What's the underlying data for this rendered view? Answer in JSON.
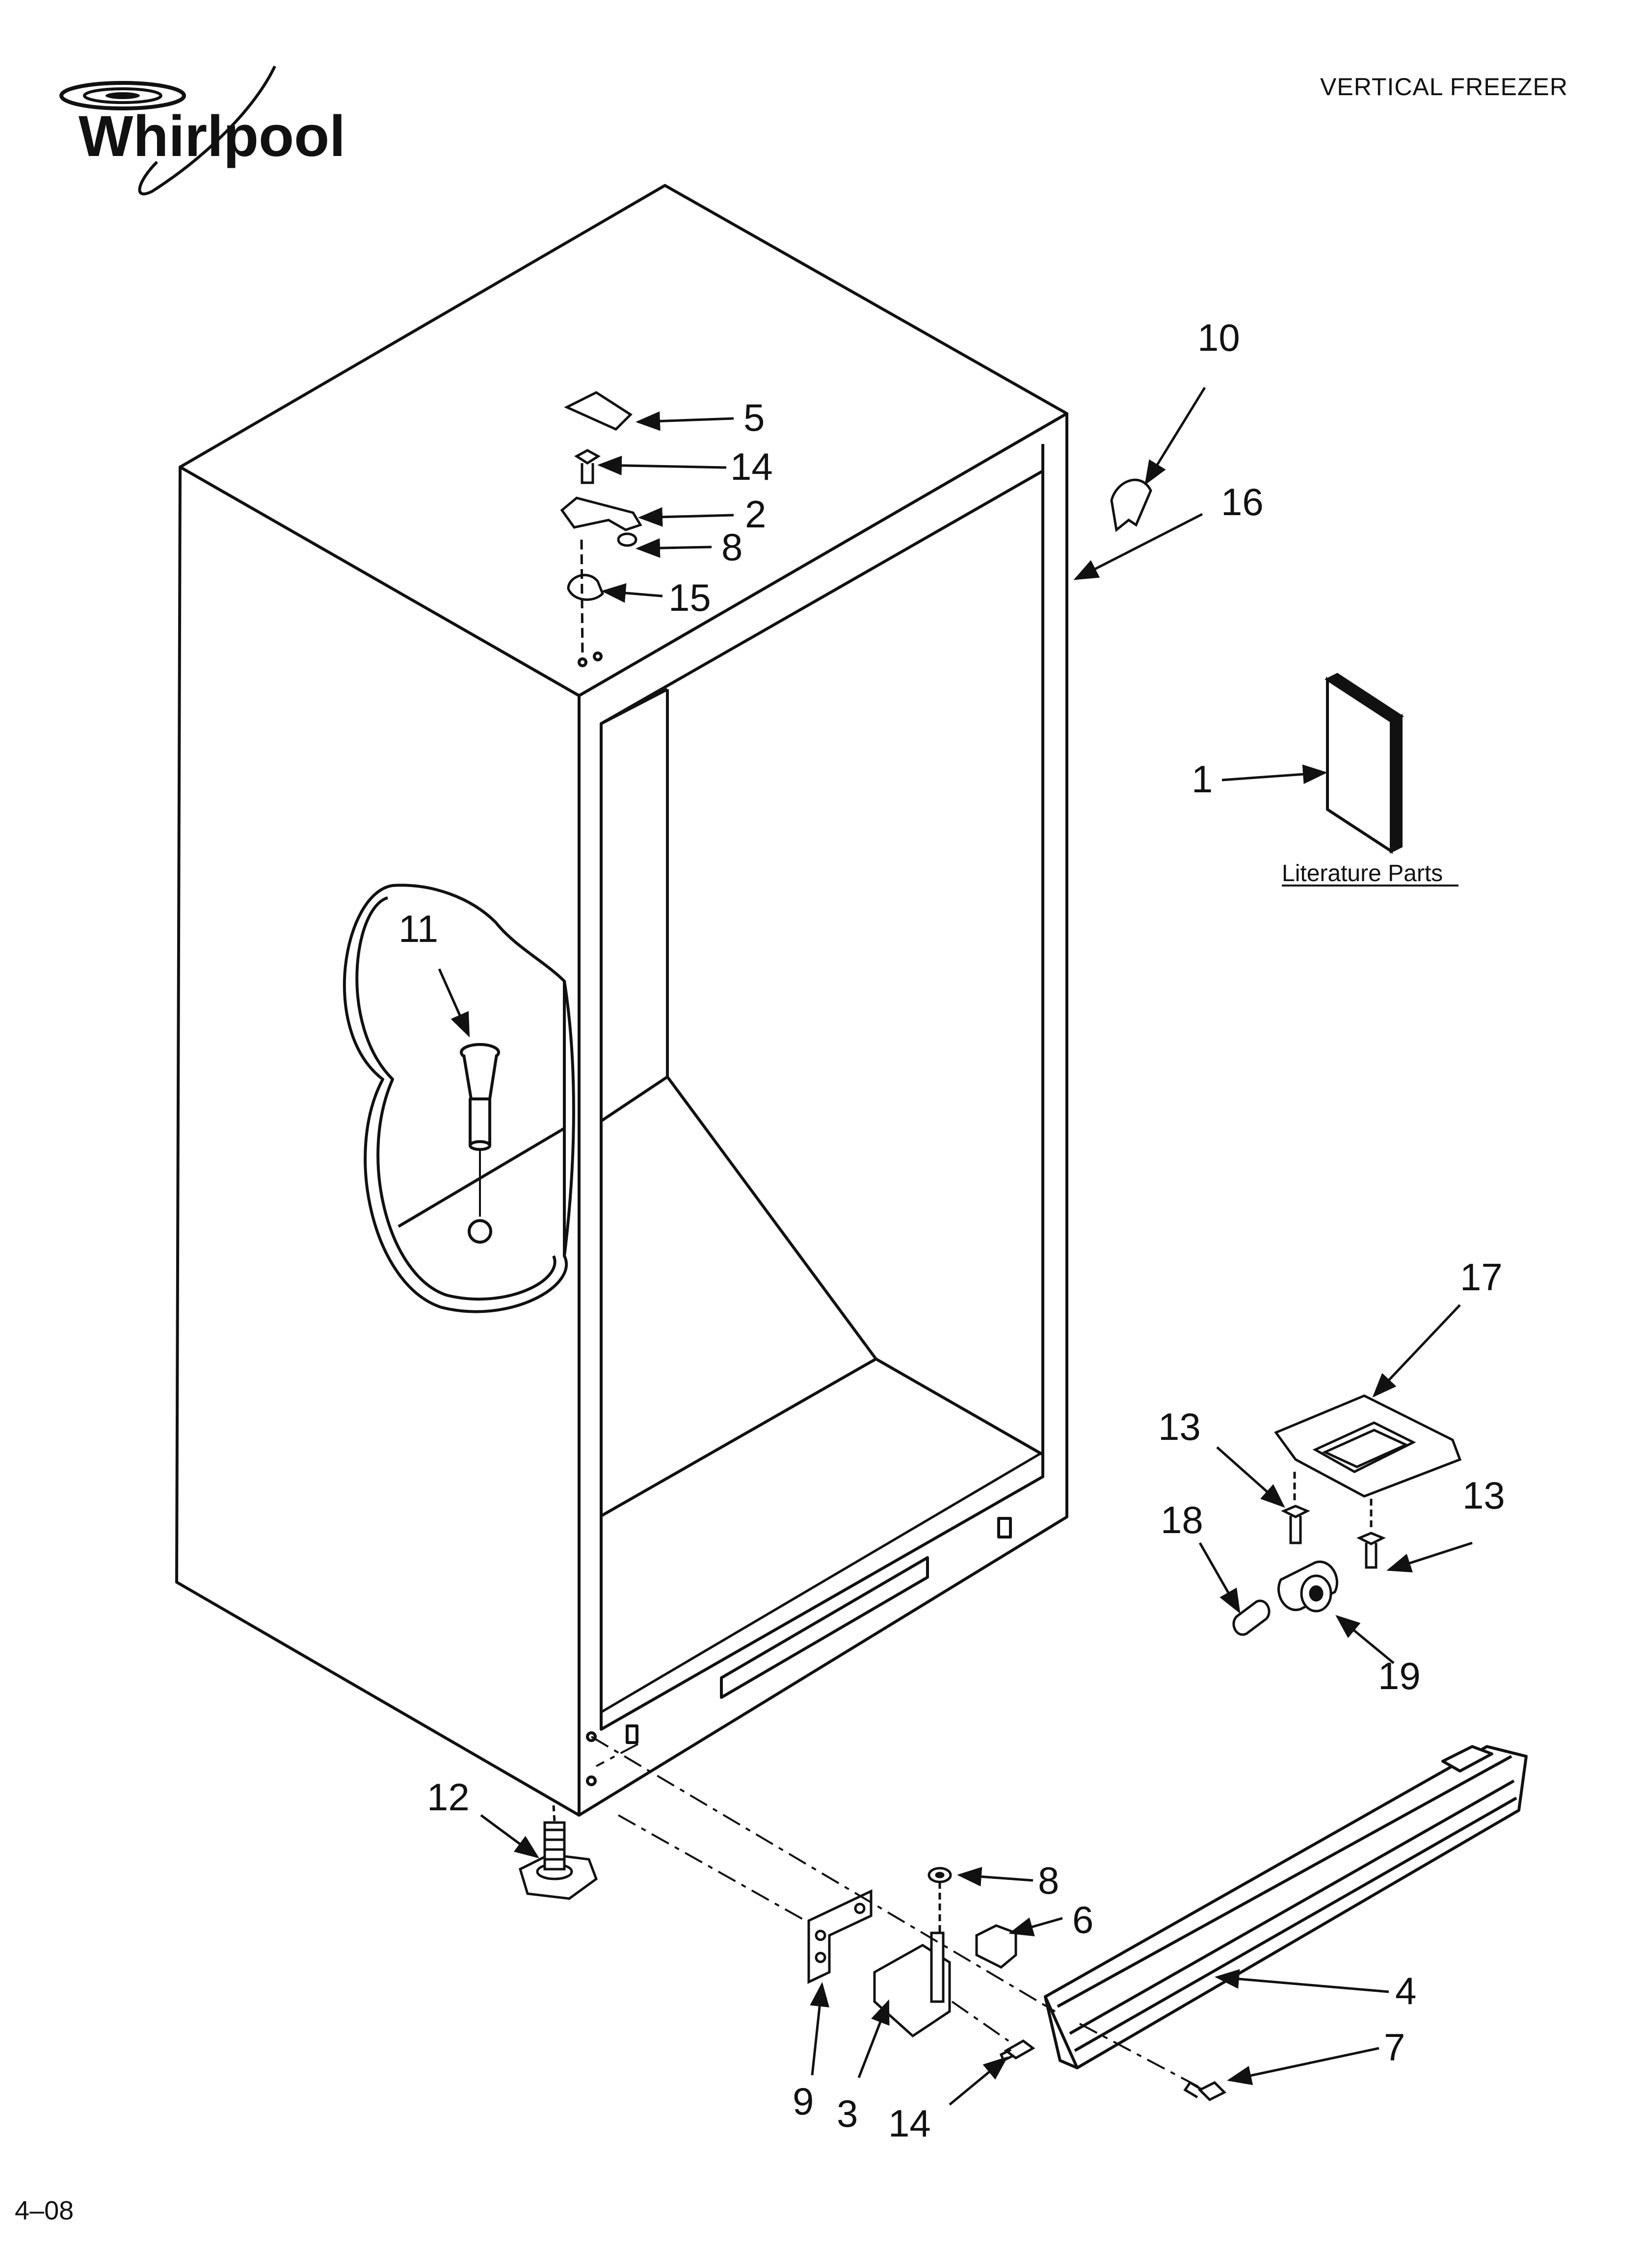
{
  "brand": {
    "logo_text": "Whirlpool"
  },
  "header": {
    "title": "VERTICAL FREEZER"
  },
  "footer": {
    "date_code": "4–08"
  },
  "literature": {
    "label": "Literature Parts"
  },
  "callouts": {
    "c1": "1",
    "c2": "2",
    "c3": "3",
    "c4": "4",
    "c5": "5",
    "c6": "6",
    "c7": "7",
    "c8a": "8",
    "c8b": "8",
    "c9": "9",
    "c10": "10",
    "c11": "11",
    "c12": "12",
    "c13a": "13",
    "c13b": "13",
    "c14a": "14",
    "c14b": "14",
    "c15": "15",
    "c16": "16",
    "c17": "17",
    "c18": "18",
    "c19": "19"
  },
  "colors": {
    "ink": "#111111",
    "paper": "#ffffff"
  }
}
